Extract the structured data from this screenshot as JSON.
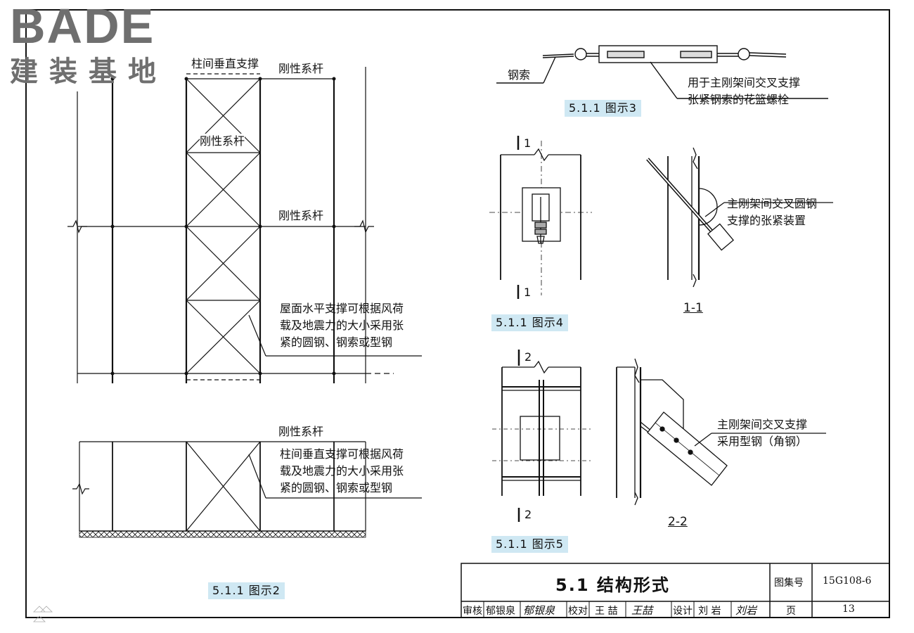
{
  "logo": {
    "word": "BADE",
    "cn": "建装基地"
  },
  "fig2": {
    "label_column_bracing": "柱间垂直支撑",
    "label_rigid_tie_top": "刚性系杆",
    "label_rigid_tie_inner": "刚性系杆",
    "label_rigid_tie_mid": "刚性系杆",
    "note_roof": [
      "屋面水平支撑可根据风荷",
      "载及地震力的大小采用张",
      "紧的圆钢、钢索或型钢"
    ],
    "label_rigid_tie_elev": "刚性系杆",
    "note_column": [
      "柱间垂直支撑可根据风荷",
      "载及地震力的大小采用张",
      "紧的圆钢、钢索或型钢"
    ],
    "caption": "5.1.1 图示2"
  },
  "fig3": {
    "label_cable": "钢索",
    "note": [
      "用于主刚架间交叉支撑",
      "张紧钢索的花篮螺栓"
    ],
    "caption": "5.1.1 图示3"
  },
  "fig4": {
    "cut_top": "1",
    "cut_bottom": "1",
    "section_label": "1-1",
    "note": [
      "主刚架间交叉圆钢",
      "支撑的张紧装置"
    ],
    "caption": "5.1.1 图示4"
  },
  "fig5": {
    "cut_top": "2",
    "cut_bottom": "2",
    "section_label": "2-2",
    "note": [
      "主刚架间交叉支撑",
      "采用型钢（角钢）"
    ],
    "caption": "5.1.1 图示5"
  },
  "titleblock": {
    "title": "5.1 结构形式",
    "atlas_label": "图集号",
    "atlas_no": "15G108-6",
    "review_label": "审核",
    "review_name": "郁银泉",
    "review_sig": "郁银泉",
    "check_label": "校对",
    "check_name": "王 喆",
    "check_sig": "王喆",
    "design_label": "设计",
    "design_name": "刘 岩",
    "design_sig": "刘岩",
    "page_label": "页",
    "page_no": "13"
  },
  "colors": {
    "ink": "#111111",
    "caption_bg": "#cfe8f3",
    "logo": "#6f6f6f"
  }
}
